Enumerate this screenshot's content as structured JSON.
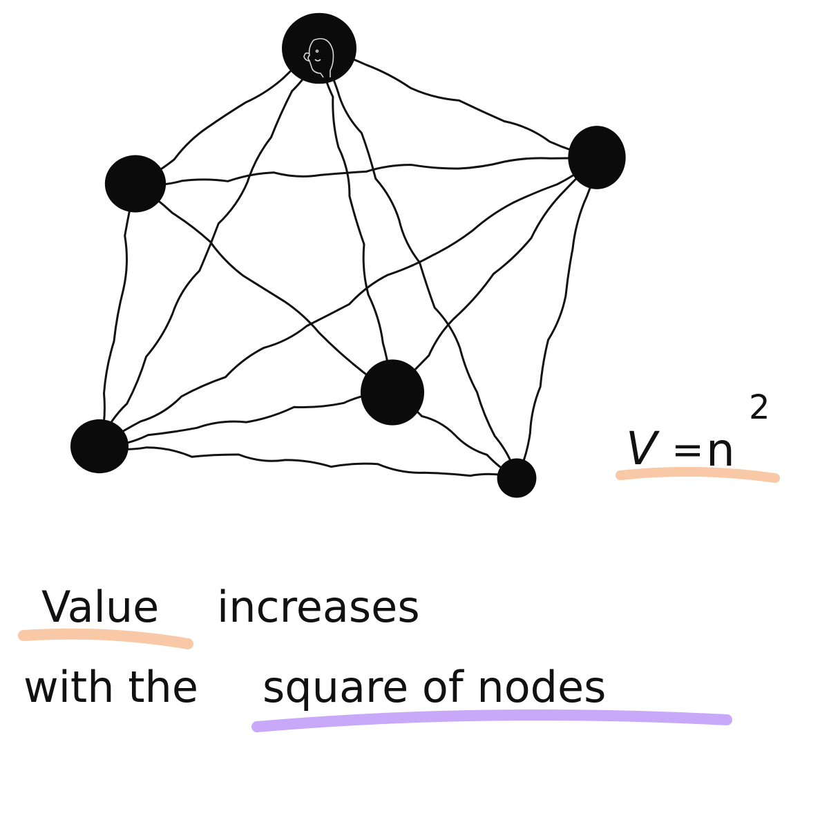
{
  "diagram": {
    "nodes": [
      {
        "id": "top"
      },
      {
        "id": "upper-left"
      },
      {
        "id": "upper-right"
      },
      {
        "id": "center"
      },
      {
        "id": "lower-left"
      },
      {
        "id": "lower-right"
      }
    ],
    "edges": [
      [
        "top",
        "upper-left"
      ],
      [
        "top",
        "upper-right"
      ],
      [
        "top",
        "lower-left"
      ],
      [
        "top",
        "lower-right"
      ],
      [
        "top",
        "center"
      ],
      [
        "upper-left",
        "upper-right"
      ],
      [
        "upper-left",
        "lower-left"
      ],
      [
        "upper-left",
        "center"
      ],
      [
        "upper-right",
        "lower-left"
      ],
      [
        "upper-right",
        "lower-right"
      ],
      [
        "upper-right",
        "center"
      ],
      [
        "lower-left",
        "center"
      ],
      [
        "lower-left",
        "lower-right"
      ],
      [
        "center",
        "lower-right"
      ]
    ],
    "top_node_icon": "person-head-icon",
    "formula": {
      "lhs": "V",
      "equals": "=",
      "base": "n",
      "exponent": "2",
      "underline_color": "#f9c9a7"
    },
    "caption": {
      "line1": {
        "highlighted_word": "Value",
        "rest": "increases",
        "highlight_color": "#f9c9a7"
      },
      "line2": {
        "prefix": "with the",
        "highlighted_phrase": "square of nodes",
        "highlight_color": "#c8a8f8"
      }
    },
    "colors": {
      "ink": "#111111",
      "background": "#ffffff"
    }
  }
}
